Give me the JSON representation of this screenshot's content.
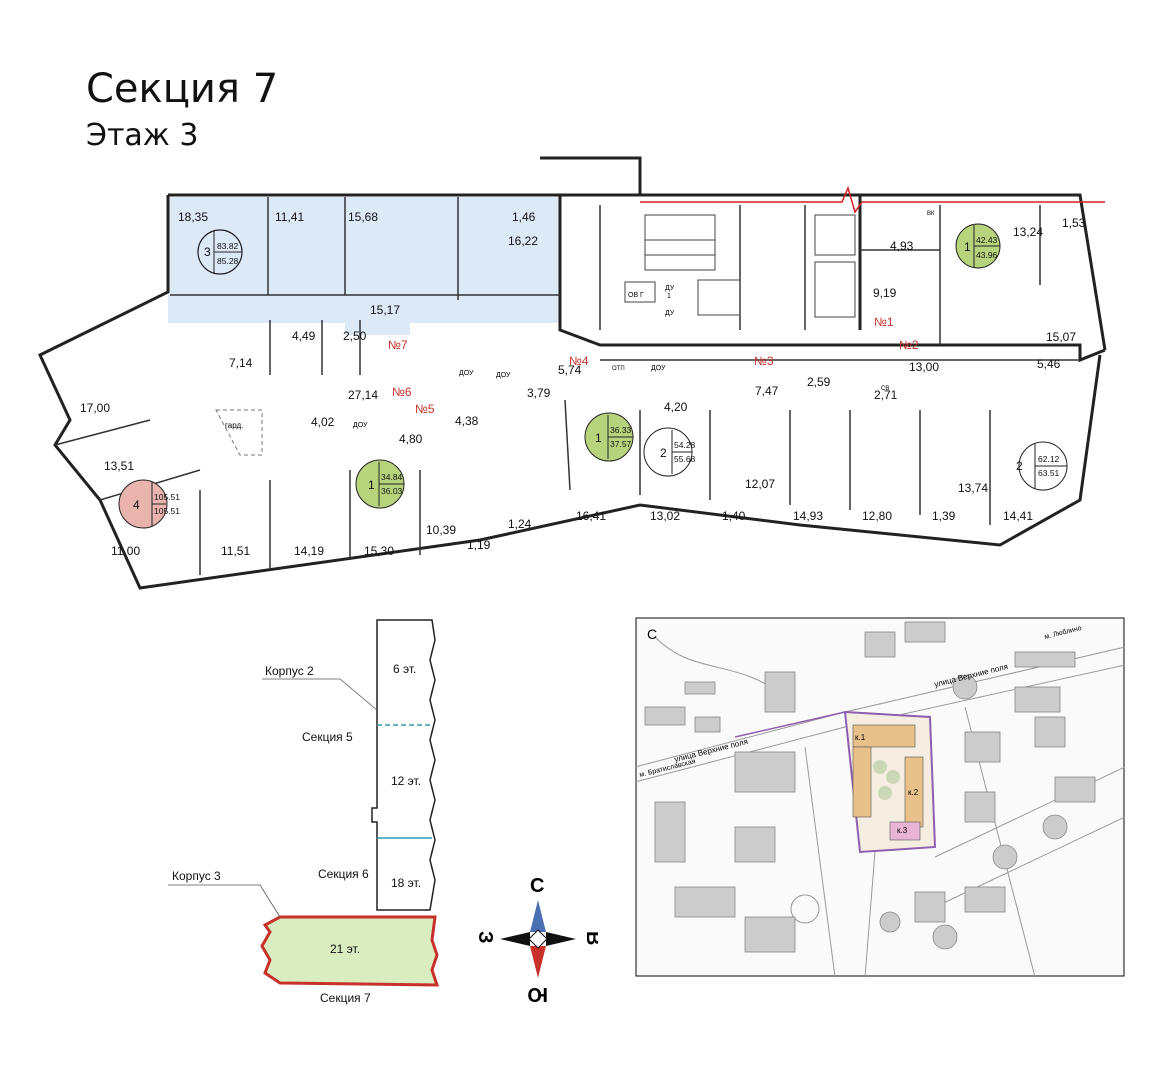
{
  "header": {
    "section_title": "Секция 7",
    "floor_title": "Этаж 3"
  },
  "floorplan": {
    "room_areas": [
      "18,35",
      "11,41",
      "15,68",
      "1,46",
      "16,22",
      "15,17",
      "4,49",
      "2,50",
      "7,14",
      "17,00",
      "13,51",
      "27,14",
      "4,02",
      "4,80",
      "4,38",
      "3,79",
      "5,74",
      "4,20",
      "7,47",
      "2,59",
      "2,71",
      "13,00",
      "5,46",
      "15,07",
      "13,24",
      "1,53",
      "4,93",
      "9,19",
      "11,00",
      "11,51",
      "14,19",
      "15,30",
      "10,39",
      "1,19",
      "1,24",
      "16,41",
      "13,02",
      "1,40",
      "12,07",
      "14,93",
      "12,80",
      "1,39",
      "13,74",
      "14,41"
    ],
    "apartments": [
      {
        "rooms": "3",
        "area_living": "83.82",
        "area_total": "85.28",
        "color": "#dce9f7",
        "selected": true
      },
      {
        "rooms": "4",
        "area_living": "105.51",
        "area_total": "105.51",
        "color": "#e8b4ad"
      },
      {
        "rooms": "1",
        "area_living": "34.84",
        "area_total": "36.03",
        "color": "#b7d47d"
      },
      {
        "rooms": "1",
        "area_living": "36.33",
        "area_total": "37.57",
        "color": "#b7d47d"
      },
      {
        "rooms": "2",
        "area_living": "54.28",
        "area_total": "55.68",
        "color": "#ffffff"
      },
      {
        "rooms": "2",
        "area_living": "62.12",
        "area_total": "63.51",
        "color": "#ffffff"
      },
      {
        "rooms": "1",
        "area_living": "42.43",
        "area_total": "43.96",
        "color": "#b7d47d"
      }
    ],
    "markers": [
      "№1",
      "№2",
      "№3",
      "№4",
      "№5",
      "№6",
      "№7"
    ],
    "service_labels": {
      "garden": "гард.",
      "ovg": "ОВ Г",
      "du1": "ДУ",
      "du1b": "1",
      "du2": "ДУ",
      "dou1": "ДОУ",
      "dou2": "ДОУ",
      "dou3": "ДОУ",
      "dou4": "ДОУ",
      "otp": "ОТП",
      "vk": "ВК",
      "sv": "СВ"
    }
  },
  "building_scheme": {
    "korpus2": "Корпус 2",
    "korpus3": "Корпус 3",
    "section5": "Секция 5",
    "section6": "Секция 6",
    "section7": "Секция 7",
    "floors_top": "6 эт.",
    "floors_mid": "12 эт.",
    "floors_low": "18 эт.",
    "floors_sec7": "21 эт."
  },
  "compass": {
    "north": "С",
    "south": "Ю",
    "west": "З",
    "east": "В"
  },
  "site_map": {
    "street_top": "улица Верхние поля",
    "street_left": "улица Верхние поля",
    "metro_right": "м. Люблино",
    "metro_left": "м. Братиславская",
    "k1": "к.1",
    "k2": "к.2",
    "k3": "к.3",
    "north_mark": "С"
  },
  "colors": {
    "selected_apt": "#dce9f7",
    "sec7_fill": "#d9edc1",
    "sec7_border": "#c8302a",
    "marker_red": "#c8302a",
    "site_purple": "#8e5fb0"
  }
}
